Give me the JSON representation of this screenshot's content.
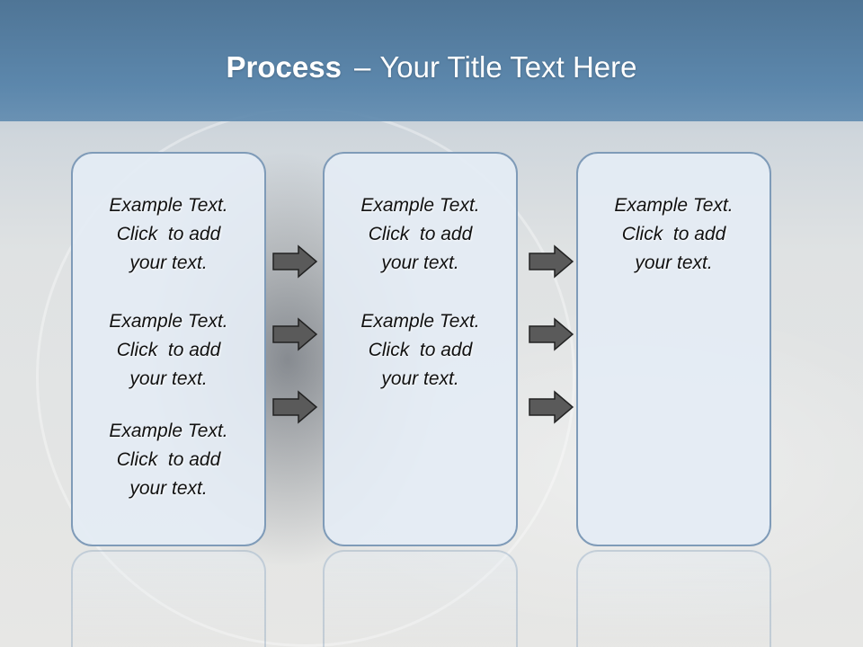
{
  "slide": {
    "title_bold": "Process",
    "title_separator": "–",
    "title_rest": "Your Title Text Here",
    "colors": {
      "title_band": "#5c87ac",
      "panel_fill": "#e4ecf4",
      "panel_border": "#7f9bb8",
      "arrow_fill": "#5a5a5a"
    }
  },
  "columns": [
    {
      "blocks": [
        {
          "line1": "Example Text.",
          "line2": "Click  to add",
          "line3": "your text."
        },
        {
          "line1": "Example Text.",
          "line2": "Click  to add",
          "line3": "your text."
        },
        {
          "line1": "Example Text.",
          "line2": "Click  to add",
          "line3": "your text."
        }
      ]
    },
    {
      "blocks": [
        {
          "line1": "Example Text.",
          "line2": "Click  to add",
          "line3": "your text."
        },
        {
          "line1": "Example Text.",
          "line2": "Click  to add",
          "line3": "your text."
        }
      ]
    },
    {
      "blocks": [
        {
          "line1": "Example Text.",
          "line2": "Click  to add",
          "line3": "your text."
        }
      ]
    }
  ],
  "arrows": {
    "icon": "right-arrow-icon",
    "count_per_gap": 3
  }
}
